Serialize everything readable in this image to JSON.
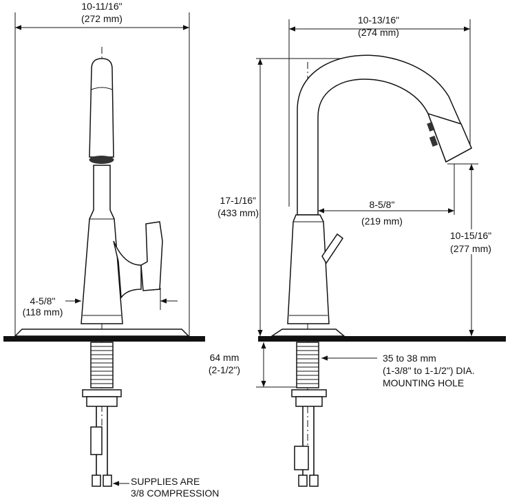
{
  "left_view": {
    "overall_width": {
      "imperial": "10-11/16\"",
      "metric": "(272 mm)"
    },
    "handle_offset": {
      "imperial": "4-5/8\"",
      "metric": "(118 mm)"
    },
    "supplies_note": {
      "line1": "SUPPLIES ARE",
      "line2": "3/8 COMPRESSION"
    }
  },
  "right_view": {
    "overall_width": {
      "imperial": "10-13/16\"",
      "metric": "(274 mm)"
    },
    "overall_height": {
      "imperial": "17-1/16\"",
      "metric": "(433 mm)"
    },
    "spout_reach": {
      "imperial": "8-5/8\"",
      "metric": "(219 mm)"
    },
    "spout_clearance": {
      "imperial": "10-15/16\"",
      "metric": "(277 mm)"
    },
    "max_deck_thickness": {
      "metric": "64 mm",
      "imperial": "(2-1/2\")"
    },
    "mounting_hole": {
      "line1": "35 to 38 mm",
      "line2": "(1-3/8\" to 1-1/2\") DIA.",
      "line3": "MOUNTING HOLE"
    }
  }
}
